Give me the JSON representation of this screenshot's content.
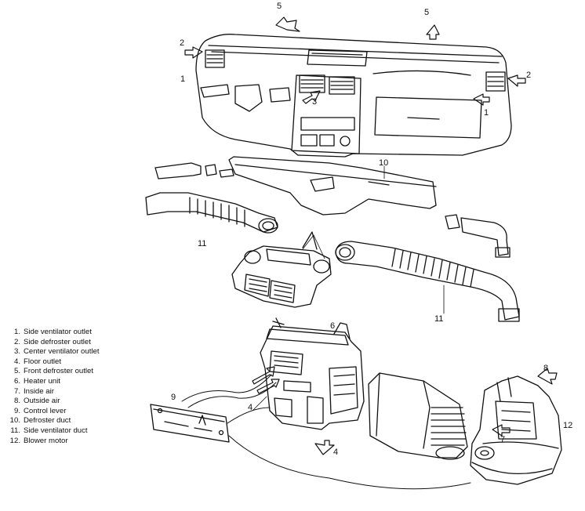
{
  "callouts": {
    "c1_left": "1",
    "c1_right": "1",
    "c2_left": "2",
    "c2_right": "2",
    "c3": "3",
    "c4_upper": "4",
    "c4_lower": "4",
    "c5_left": "5",
    "c5_right": "5",
    "c6": "6",
    "c7": "7",
    "c8": "8",
    "c9": "9",
    "c10": "10",
    "c11_left": "11",
    "c11_right": "11",
    "c12": "12"
  },
  "legend": [
    {
      "num": "1.",
      "label": "Side ventilator outlet"
    },
    {
      "num": "2.",
      "label": "Side defroster outlet"
    },
    {
      "num": "3.",
      "label": "Center ventilator outlet"
    },
    {
      "num": "4.",
      "label": "Floor outlet"
    },
    {
      "num": "5.",
      "label": "Front defroster outlet"
    },
    {
      "num": "6.",
      "label": "Heater unit"
    },
    {
      "num": "7.",
      "label": "Inside air"
    },
    {
      "num": "8.",
      "label": "Outside air"
    },
    {
      "num": "9.",
      "label": "Control lever"
    },
    {
      "num": "10.",
      "label": "Defroster duct"
    },
    {
      "num": "11.",
      "label": "Side ventilator duct"
    },
    {
      "num": "12.",
      "label": "Blower motor"
    }
  ]
}
